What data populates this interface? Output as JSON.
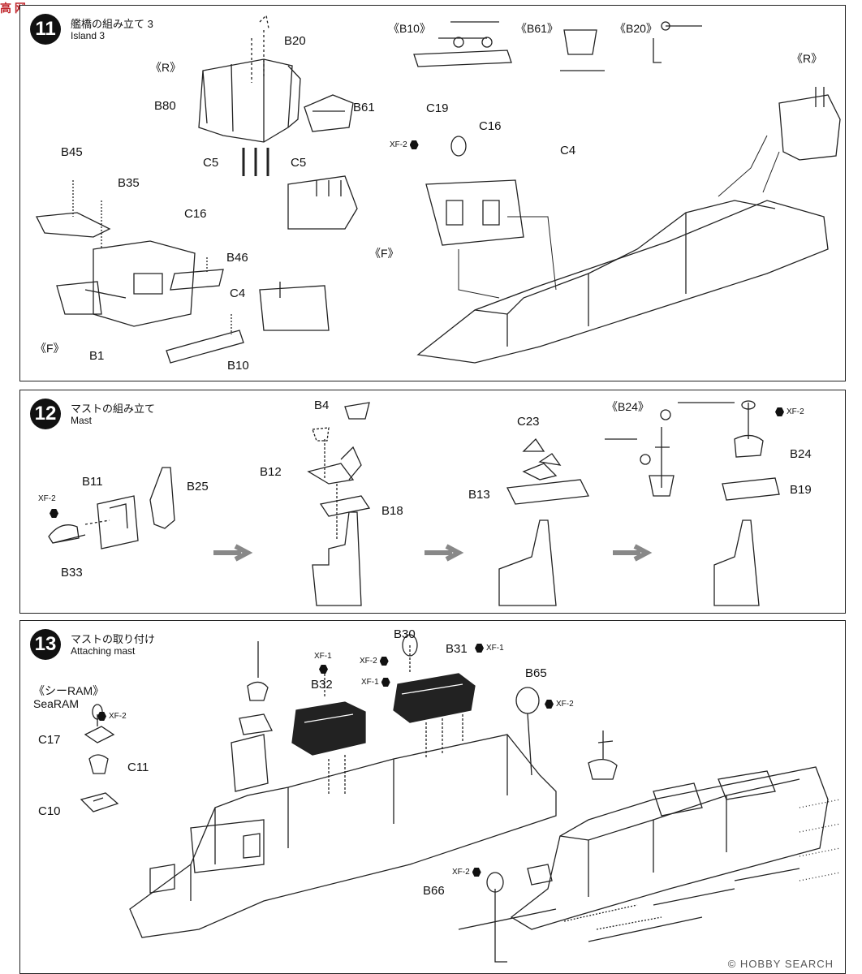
{
  "watermark_logo": "高 网",
  "footer_watermark": "© HOBBY SEARCH",
  "step11": {
    "number": "11",
    "title_jp": "艦橋の組み立て 3",
    "title_en": "Island 3",
    "refs": [
      "《R》",
      "《F》",
      "《B10》",
      "《B61》",
      "《B20》",
      "《R》",
      "《F》"
    ],
    "parts": [
      "B20",
      "B80",
      "B61",
      "C5",
      "C5",
      "B45",
      "B35",
      "C16",
      "B46",
      "C4",
      "B1",
      "B10",
      "C19",
      "C16",
      "C4"
    ],
    "paint": [
      "XF-2"
    ]
  },
  "step12": {
    "number": "12",
    "title_jp": "マストの組み立て",
    "title_en": "Mast",
    "refs": [
      "《B24》"
    ],
    "parts": [
      "B11",
      "B25",
      "B33",
      "B4",
      "B12",
      "B18",
      "C23",
      "B13",
      "B24",
      "B19"
    ],
    "paint": [
      "XF-2",
      "XF-2"
    ]
  },
  "step13": {
    "number": "13",
    "title_jp": "マストの取り付け",
    "title_en": "Attaching mast",
    "subassembly_jp": "《シーRAM》",
    "subassembly_en": "SeaRAM",
    "parts": [
      "C17",
      "C11",
      "C10",
      "B32",
      "B30",
      "B31",
      "B65",
      "B66"
    ],
    "paint": [
      "XF-2",
      "XF-1",
      "XF-2",
      "XF-1",
      "XF-1",
      "XF-2",
      "XF-2"
    ]
  }
}
